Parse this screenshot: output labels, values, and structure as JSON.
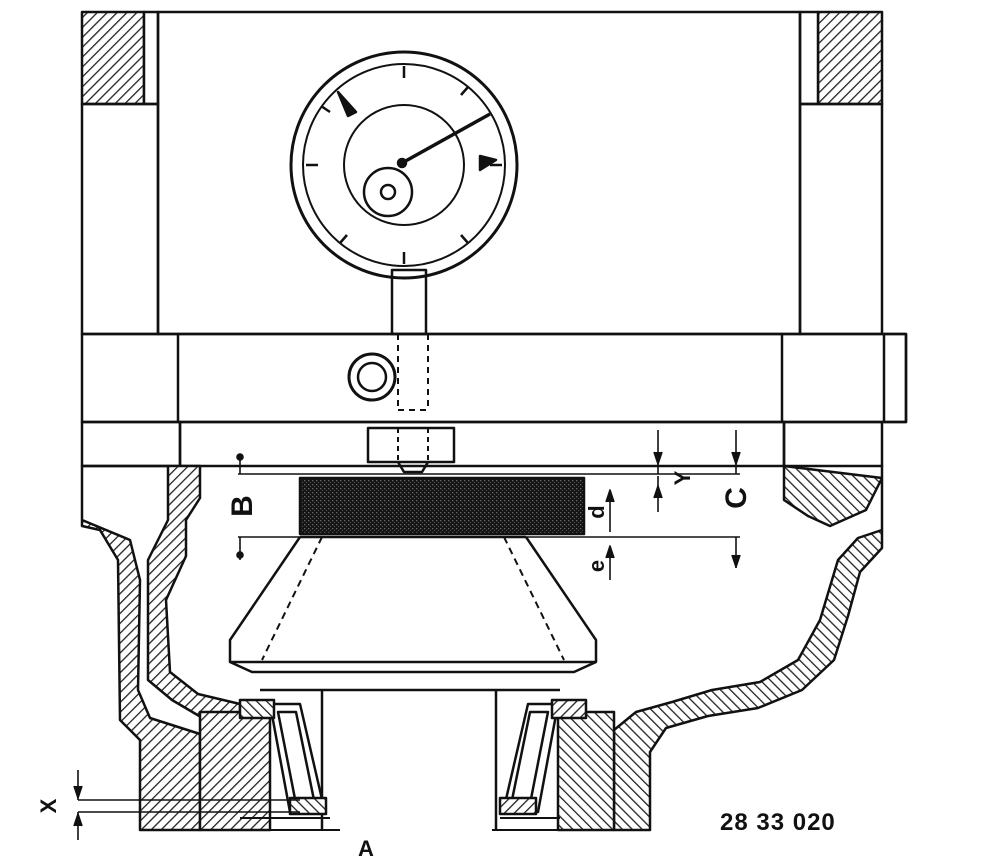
{
  "figure": {
    "reference_number": "28 33 020",
    "labels": {
      "a": "A",
      "b": "B",
      "c": "C",
      "d": "d",
      "e": "e",
      "x": "X",
      "y": "Y"
    }
  },
  "style": {
    "ink": "#111111",
    "paper": "#ffffff",
    "hatch": "#222222",
    "block_fill": "#1a1a1a"
  }
}
